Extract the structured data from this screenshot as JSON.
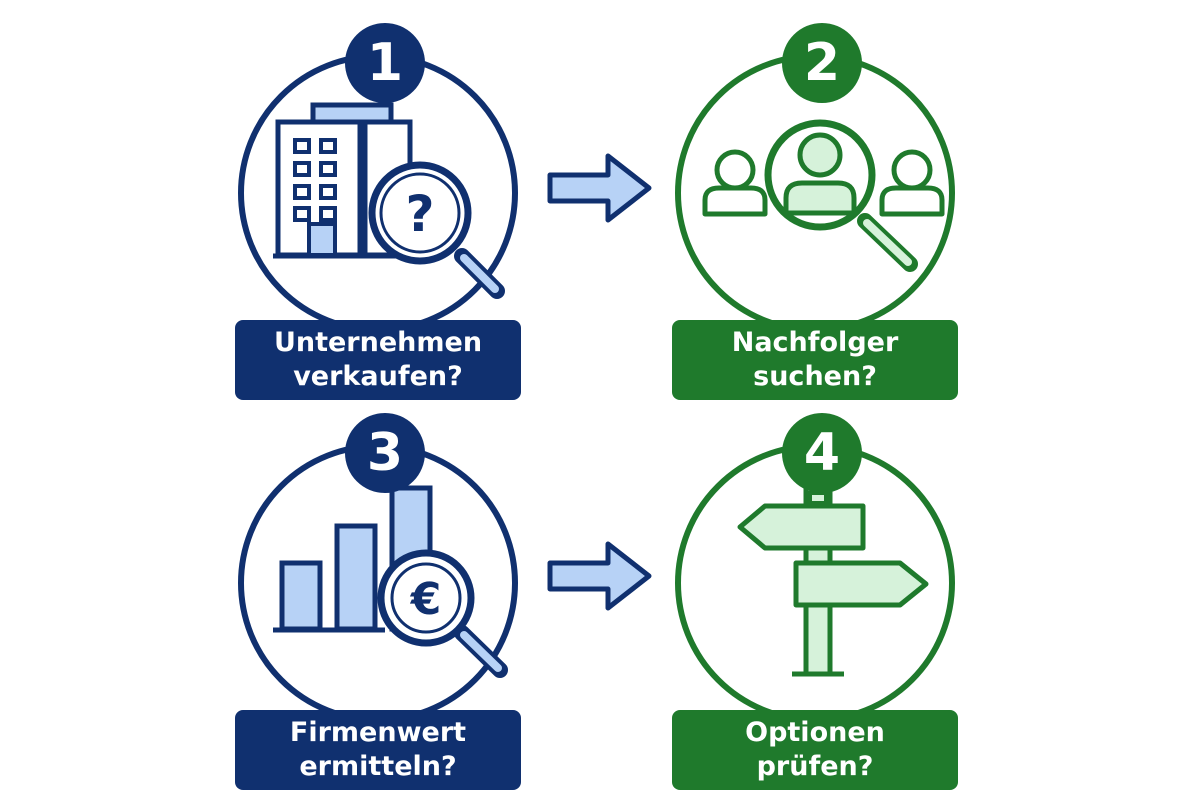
{
  "colors": {
    "blue": "#10306f",
    "blue_fill": "#b7d2f6",
    "green": "#1f7a2c",
    "green_fill": "#d6f2da",
    "arrow_fill": "#b7d2f6"
  },
  "steps": [
    {
      "number": "1",
      "line1": "Unternehmen",
      "line2": "verkaufen?",
      "icon": "building-magnifier-question-icon",
      "theme": "blue"
    },
    {
      "number": "2",
      "line1": "Nachfolger",
      "line2": "suchen?",
      "icon": "people-search-icon",
      "theme": "green"
    },
    {
      "number": "3",
      "line1": "Firmenwert",
      "line2": "ermitteln?",
      "icon": "bar-chart-euro-magnifier-icon",
      "theme": "blue"
    },
    {
      "number": "4",
      "line1": "Optionen",
      "line2": "prüfen?",
      "icon": "signpost-icon",
      "theme": "green"
    }
  ],
  "symbols": {
    "question": "?",
    "euro": "€"
  }
}
